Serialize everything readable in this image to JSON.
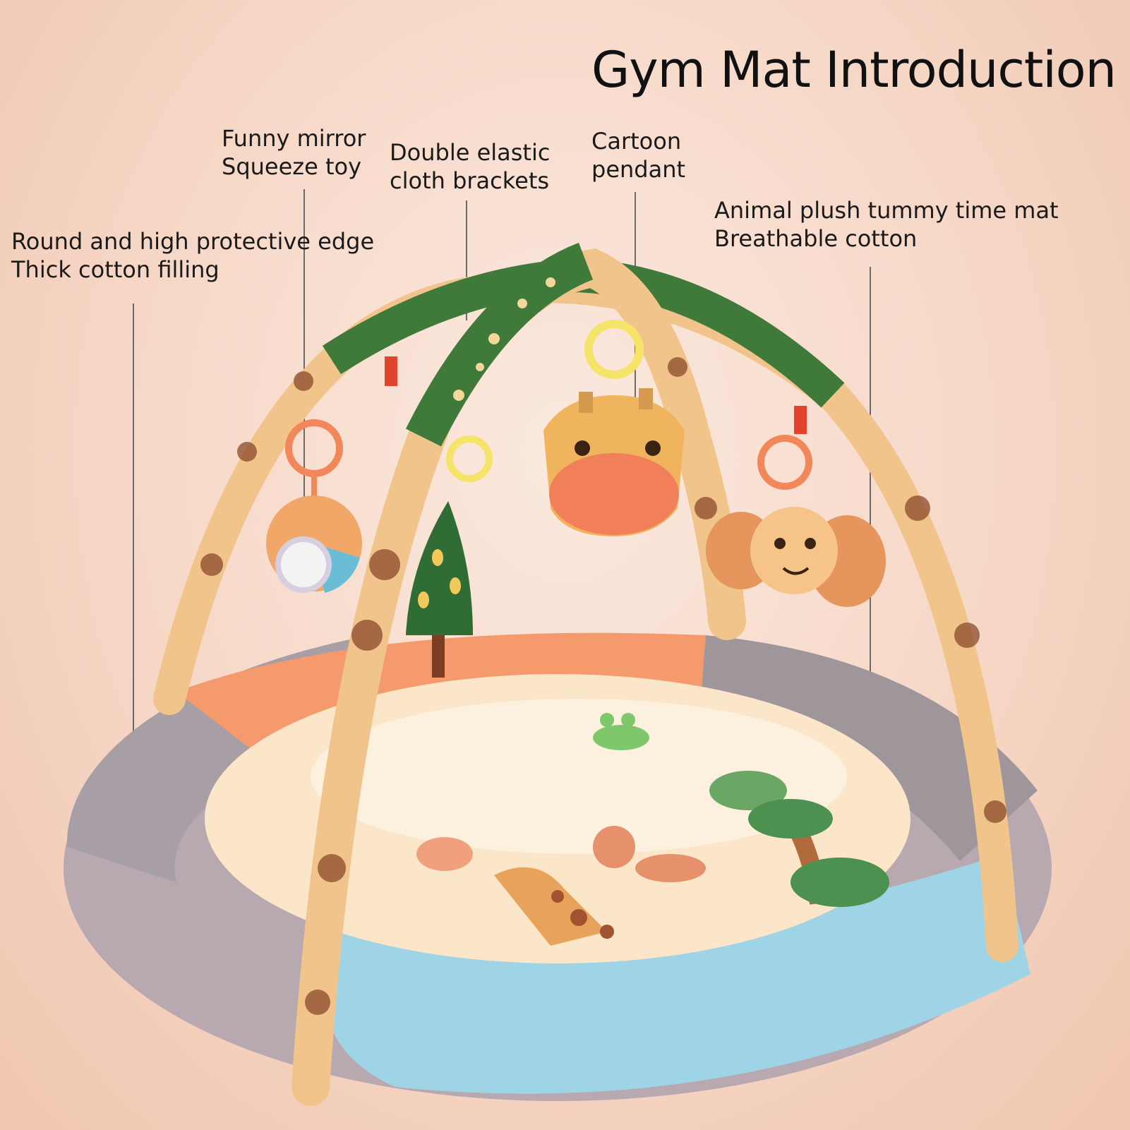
{
  "title": "Gym Mat Introduction",
  "callouts": {
    "mirror": {
      "line1": "Funny mirror",
      "line2": "Squeeze toy"
    },
    "brackets": {
      "line1": "Double elastic",
      "line2": "cloth brackets"
    },
    "pendant": {
      "line1": "Cartoon",
      "line2": "pendant"
    },
    "mat": {
      "line1": "Animal plush tummy time mat",
      "line2": "Breathable cotton"
    },
    "edge": {
      "line1": "Round and high protective edge",
      "line2": "Thick cotton filling"
    }
  },
  "colors": {
    "arch_green": "#3f7a3a",
    "arch_tan": "#f0c48a",
    "edge_orange": "#f59a6c",
    "edge_gray": "#9f969c",
    "edge_blue": "#9fd4e6",
    "mat_cream": "#fbe6c9"
  }
}
